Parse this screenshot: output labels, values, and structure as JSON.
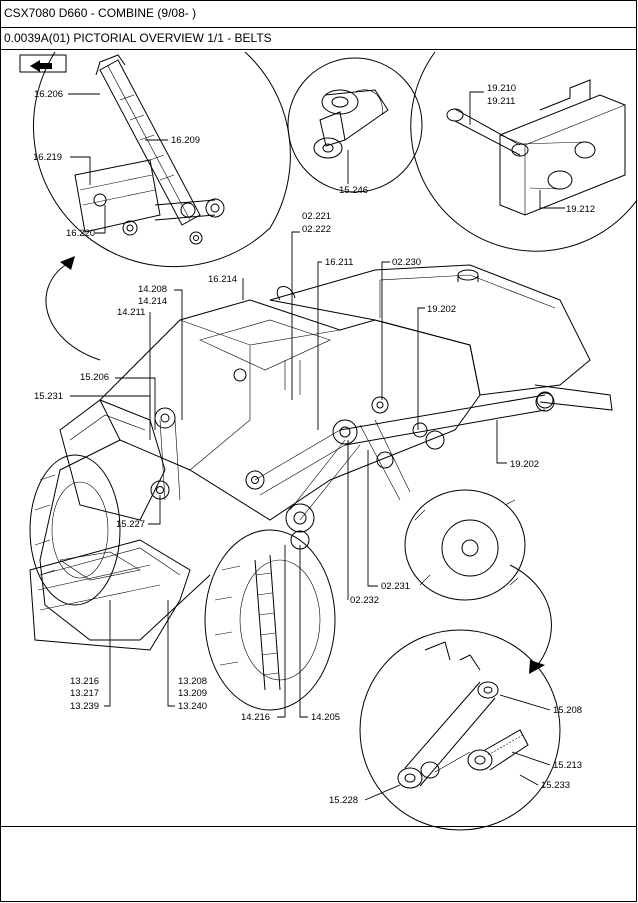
{
  "header": {
    "model": "CSX7080 D660 - COMBINE (9/08- )",
    "section": "0.0039A(01) PICTORIAL OVERVIEW 1/1 - BELTS"
  },
  "nav_icon": "arrow-right-icon",
  "callouts": {
    "c16_206": "16.206",
    "c16_209": "16.209",
    "c16_219": "16.219",
    "c16_220": "16.220",
    "c15_246": "15.246",
    "c19_210": "19.210",
    "c19_211": "19.211",
    "c19_212": "19.212",
    "c02_221": "02.221",
    "c02_222": "02.222",
    "c16_211": "16.211",
    "c02_230": "02.230",
    "c16_214": "16.214",
    "c14_208": "14.208",
    "c14_214": "14.214",
    "c14_211": "14.211",
    "c19_202a": "19.202",
    "c15_206": "15.206",
    "c15_231": "15.231",
    "c19_202b": "19.202",
    "c15_227": "15.227",
    "c02_231": "02.231",
    "c02_232": "02.232",
    "c13_216": "13.216",
    "c13_217": "13.217",
    "c13_239": "13.239",
    "c13_208": "13.208",
    "c13_209": "13.209",
    "c13_240": "13.240",
    "c14_216": "14.216",
    "c14_205": "14.205",
    "c15_208": "15.208",
    "c15_213": "15.213",
    "c15_233": "15.233",
    "c15_228": "15.228"
  }
}
